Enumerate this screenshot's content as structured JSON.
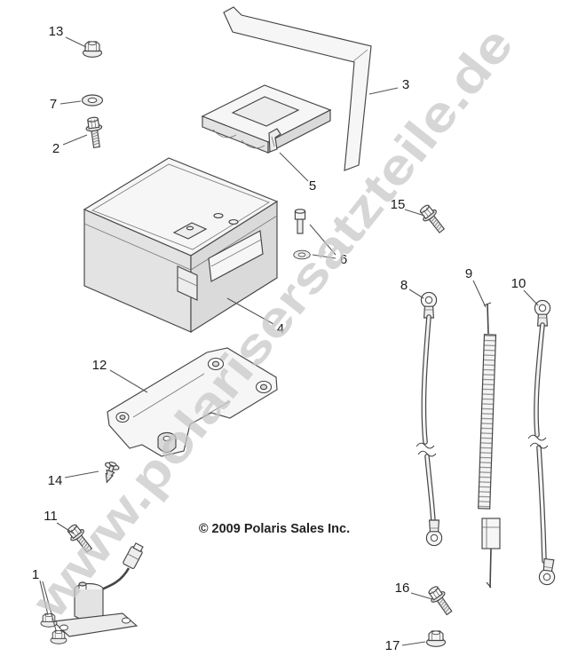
{
  "diagram": {
    "watermark": "www.polarisersatzteile.de",
    "copyright": "© 2009 Polaris Sales Inc."
  },
  "colors": {
    "line": "#454545",
    "leader": "#555555",
    "text": "#1b1b1b",
    "watermark": "#c7c7c7",
    "paper": "#ffffff"
  },
  "callouts": {
    "n1": "1",
    "n2": "2",
    "n3": "3",
    "n4": "4",
    "n5": "5",
    "n6": "6",
    "n7": "7",
    "n8": "8",
    "n9": "9",
    "n10": "10",
    "n11": "11",
    "n12": "12",
    "n13": "13",
    "n14": "14",
    "n15": "15",
    "n16": "16",
    "n17": "17"
  }
}
